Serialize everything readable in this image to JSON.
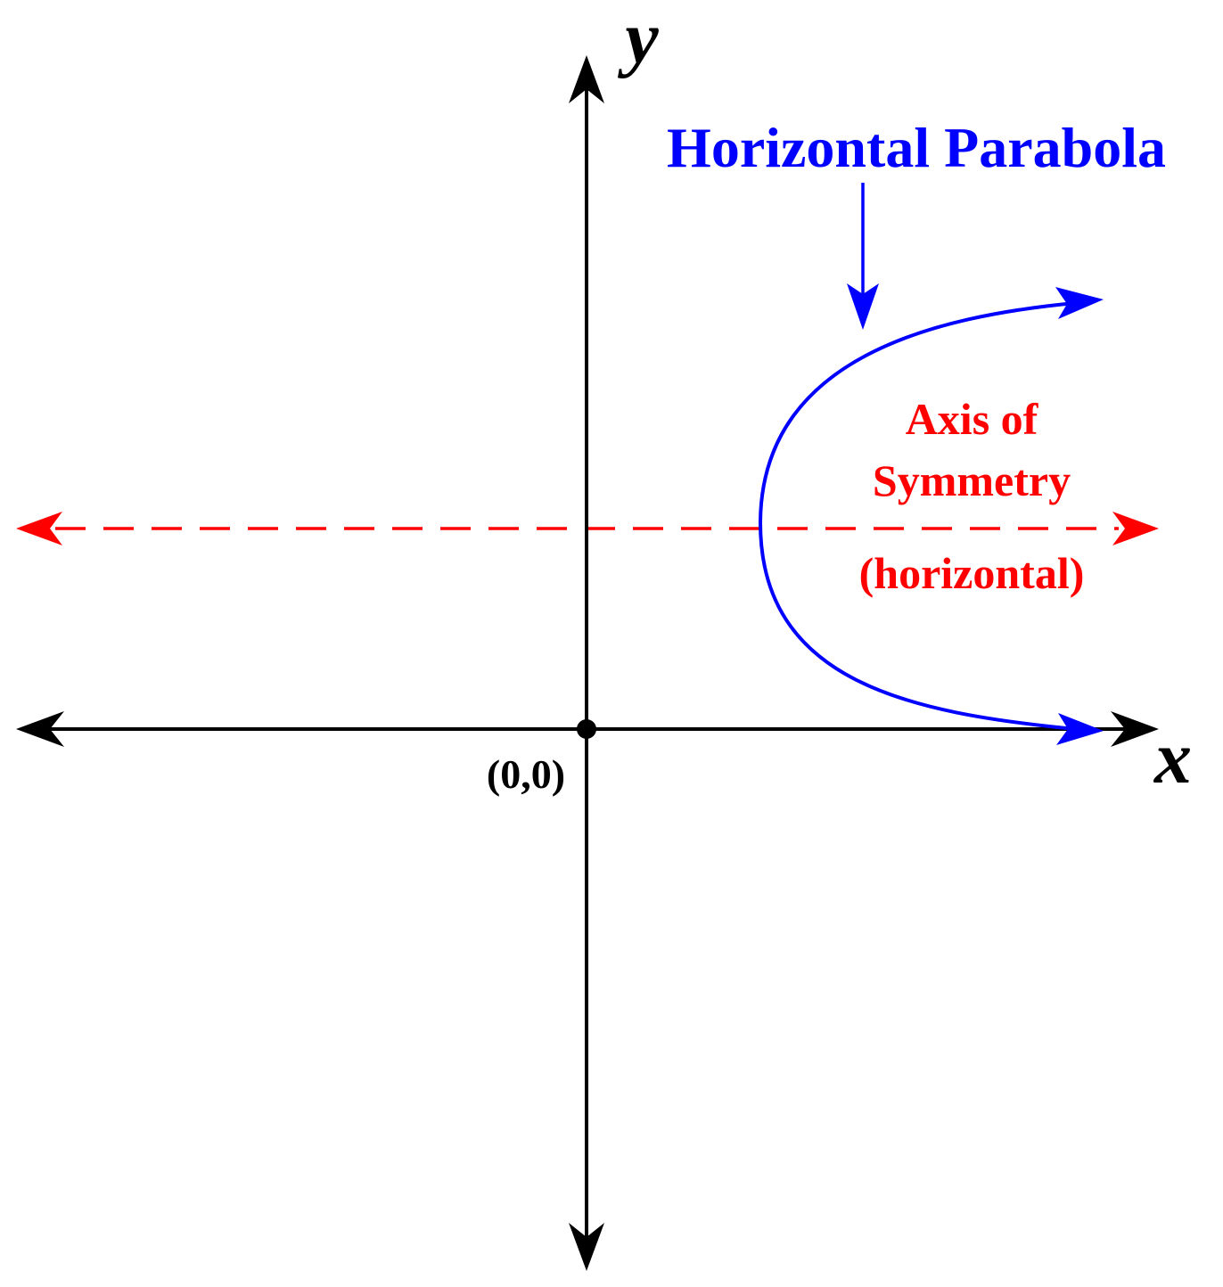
{
  "labels": {
    "y_axis": "y",
    "x_axis": "x",
    "origin": "(0,0)",
    "parabola": "Horizontal Parabola",
    "symmetry_line1": "Axis of",
    "symmetry_line2": "Symmetry",
    "symmetry_line3": "(horizontal)"
  },
  "colors": {
    "axes": "#000000",
    "parabola": "#0000ff",
    "symmetry": "#ff0000",
    "background": "#ffffff"
  }
}
